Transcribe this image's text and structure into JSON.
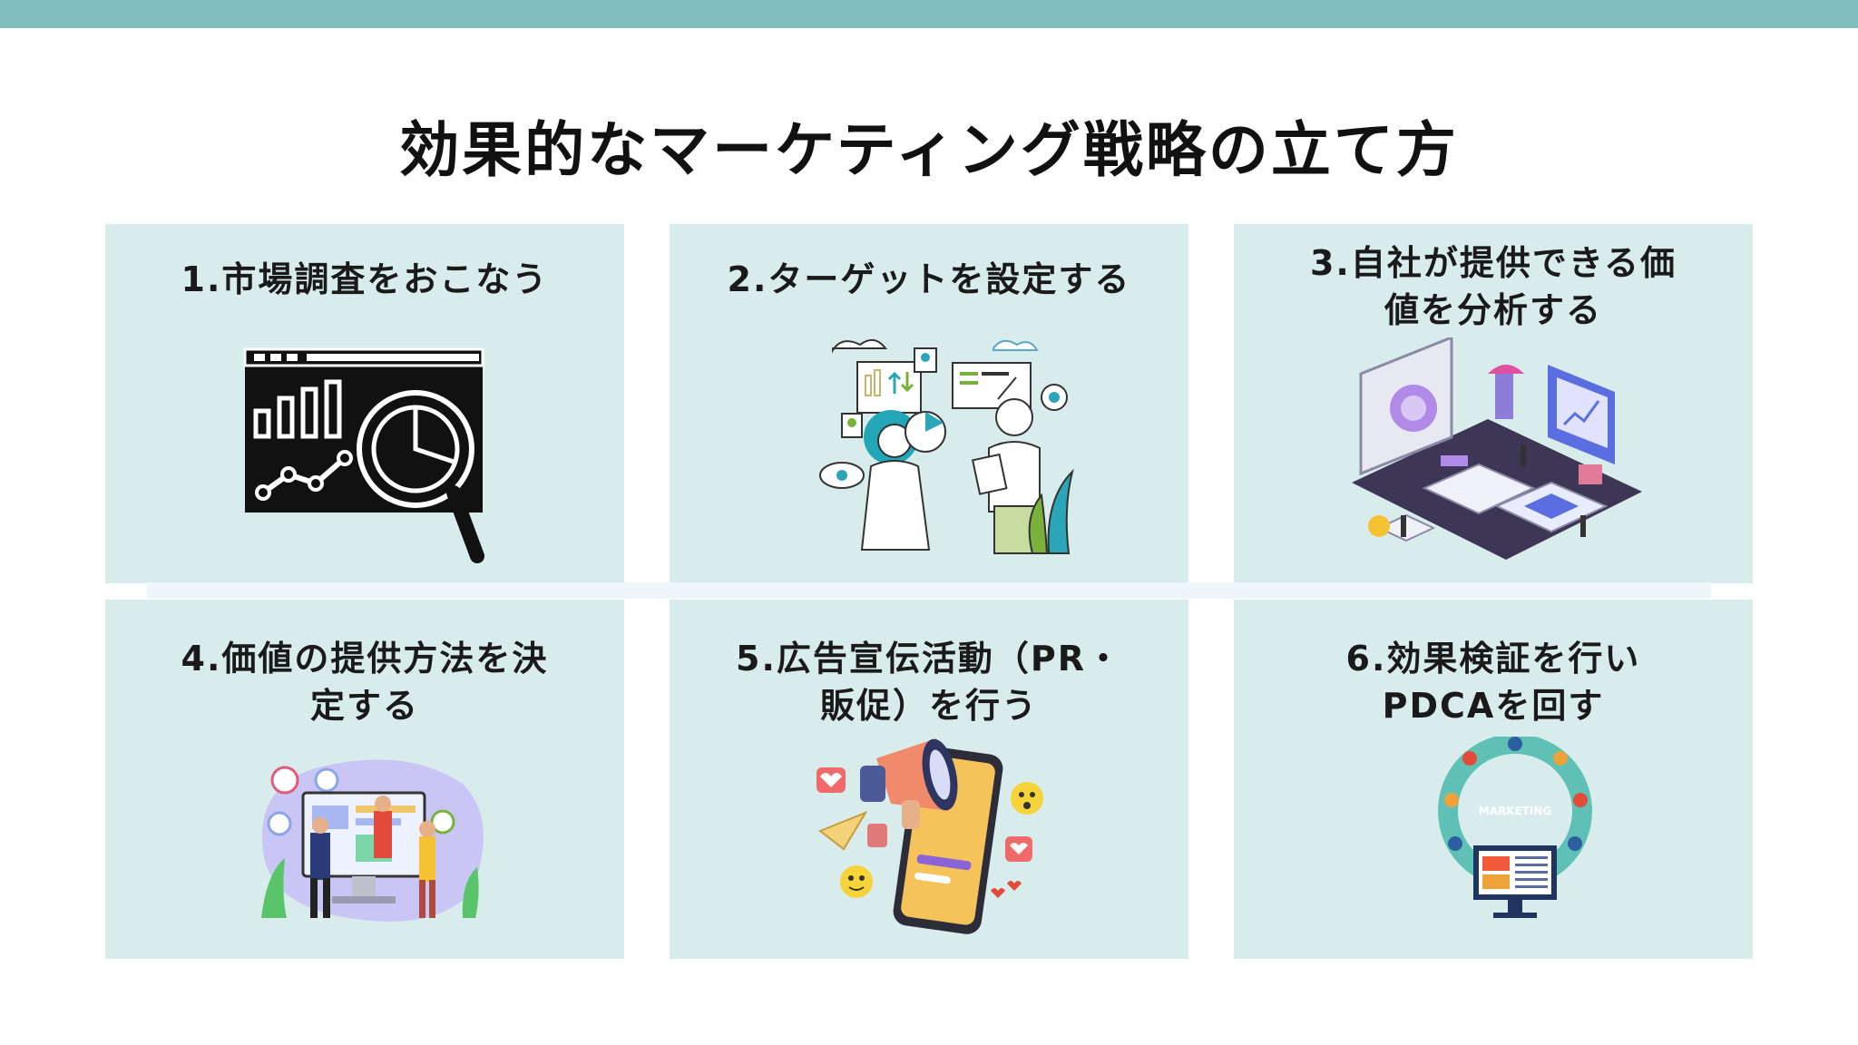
{
  "title": "効果的なマーケティング戦略の立て方",
  "steps": [
    {
      "line1": "1.市場調査をおこなう",
      "line2": ""
    },
    {
      "line1": "2.ターゲットを設定する",
      "line2": ""
    },
    {
      "line1": "3.自社が提供できる価",
      "line2": "値を分析する"
    },
    {
      "line1": "4.価値の提供方法を決",
      "line2": "定する"
    },
    {
      "line1": "5.広告宣伝活動（PR・",
      "line2": "販促）を行う"
    },
    {
      "line1": "6.効果検証を行い",
      "line2": "PDCAを回す"
    }
  ],
  "illustration_text": {
    "marketing_label": "MARKETING"
  },
  "colors": {
    "top_bar": "#7fbfbf",
    "card_bg": "#d9ecec",
    "divider": "#eef6fa"
  }
}
